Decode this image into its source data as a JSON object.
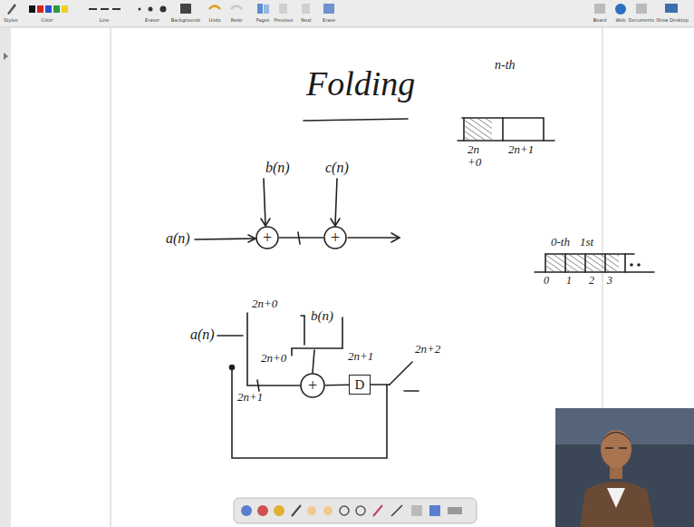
{
  "diagram": {
    "title": "Folding",
    "nodes": [
      {
        "text": [
          "+"
        ]
      },
      {
        "text": [
          "+"
        ]
      },
      {
        "text": [
          "+"
        ]
      },
      {
        "text": [
          "D"
        ]
      }
    ],
    "edges": [
      {
        "from": 0,
        "to": 1,
        "arrow": "none"
      },
      {
        "from": 2,
        "to": 3,
        "arrow": "none"
      }
    ],
    "labels": [
      "Stylus",
      "Color",
      "Line",
      "Eraser",
      "Backgrounds",
      "Undo",
      "Redo",
      "Pages",
      "Previous",
      "Next",
      "Erase",
      "Board",
      "Web",
      "Documents",
      "Show Desktop",
      "n-th",
      "2n +0",
      "2n+1",
      "0-th",
      "1st",
      "0",
      "1",
      "2",
      "3",
      "b(n)",
      "c(n)",
      "a(n)",
      "b(n)",
      "2n+0",
      "2n+1",
      "a(n)",
      "2n+0",
      "2n+1",
      "2n+2"
    ]
  }
}
